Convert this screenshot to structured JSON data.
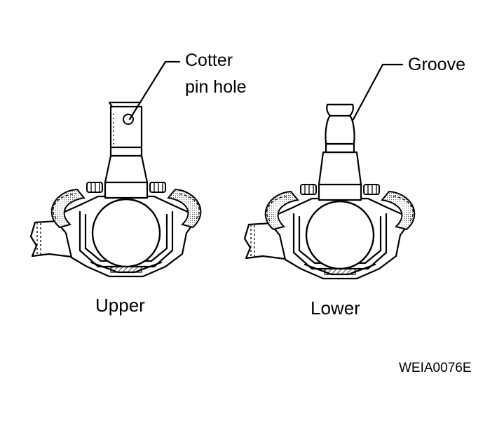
{
  "labels": {
    "cotter": "Cotter",
    "pin_hole": "pin hole",
    "groove": "Groove",
    "upper": "Upper",
    "lower": "Lower",
    "figure_code": "WEIA0076E"
  },
  "colors": {
    "ink": "#000000",
    "background": "#ffffff"
  }
}
